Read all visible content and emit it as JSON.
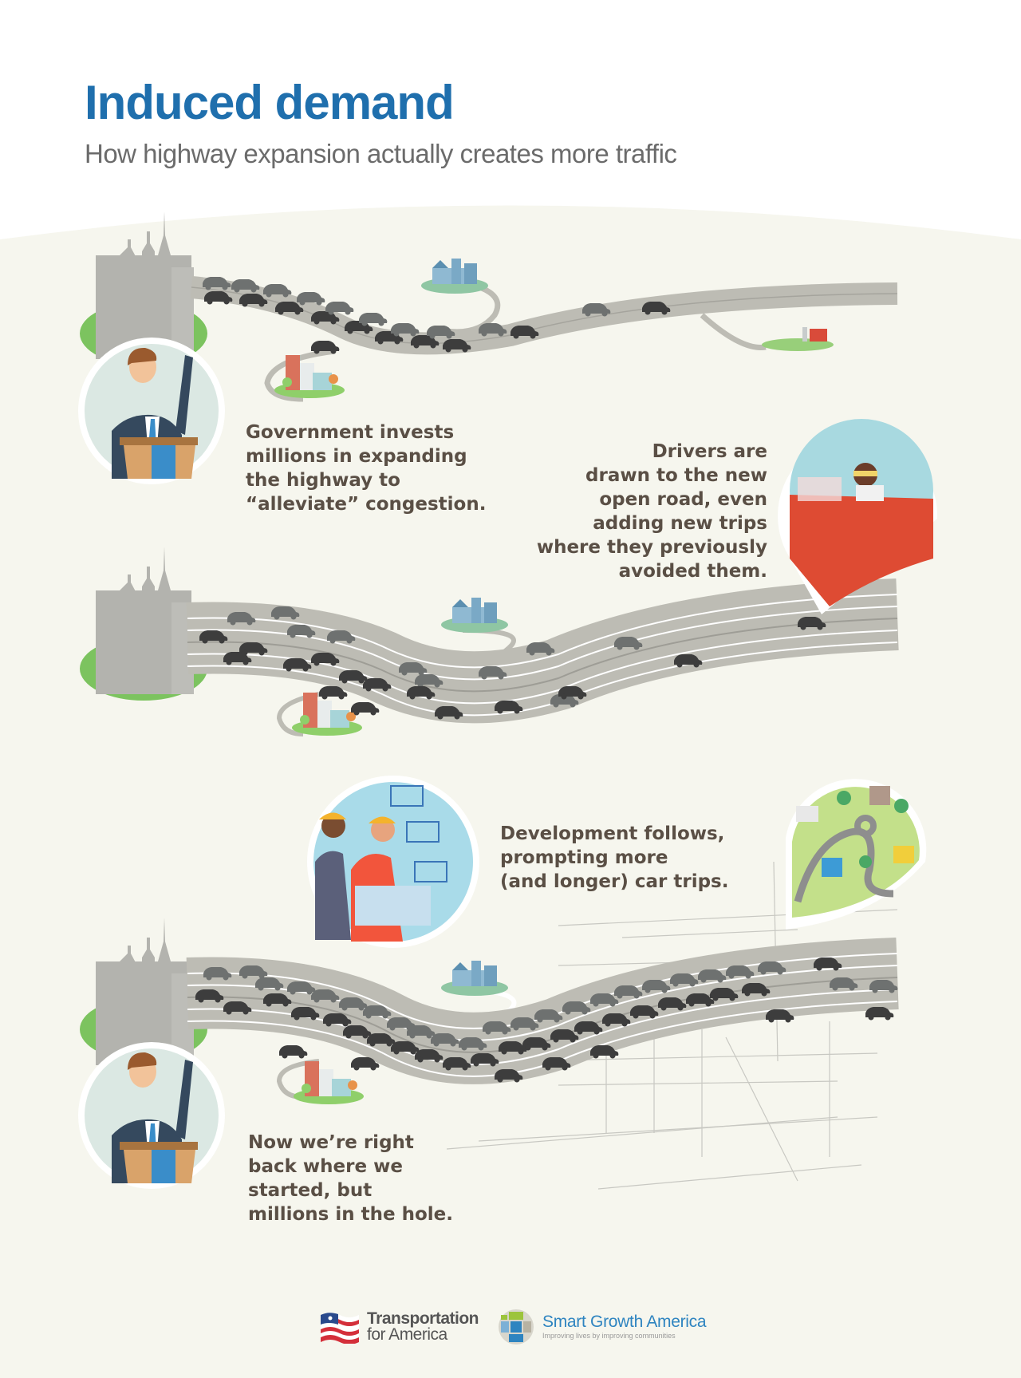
{
  "header": {
    "title": "Induced demand",
    "subtitle": "How highway expansion actually creates more traffic"
  },
  "colors": {
    "title": "#1f6fad",
    "subtitle": "#6b6b6b",
    "caption": "#5a4f45",
    "background_cream": "#f6f6ee",
    "road": "#bdbcb4",
    "car": "#3d3d3d",
    "grass": "#7cc35f"
  },
  "steps": [
    {
      "caption_lines": [
        "Government invests",
        "millions in expanding",
        "the highway to",
        "“alleviate” congestion."
      ],
      "icon": "politician-at-podium-icon"
    },
    {
      "caption_lines": [
        "Drivers are",
        "drawn to the new",
        "open road, even",
        "adding new trips",
        "where they previously",
        "avoided them."
      ],
      "icon": "convertible-drivers-icon"
    },
    {
      "caption_lines": [
        "Development follows,",
        "prompting more",
        "(and longer) car trips."
      ],
      "icon": "construction-workers-blueprint-icon",
      "secondary_icon": "suburban-neighborhood-map-icon"
    },
    {
      "caption_lines": [
        "Now we’re right",
        "back where we",
        "started, but",
        "millions in the hole."
      ],
      "icon": "politician-at-podium-icon"
    }
  ],
  "footer": {
    "logo1_line1": "Transportation",
    "logo1_line2": "for America",
    "logo2_name": "Smart Growth America",
    "logo2_tagline": "Improving lives by improving communities"
  }
}
